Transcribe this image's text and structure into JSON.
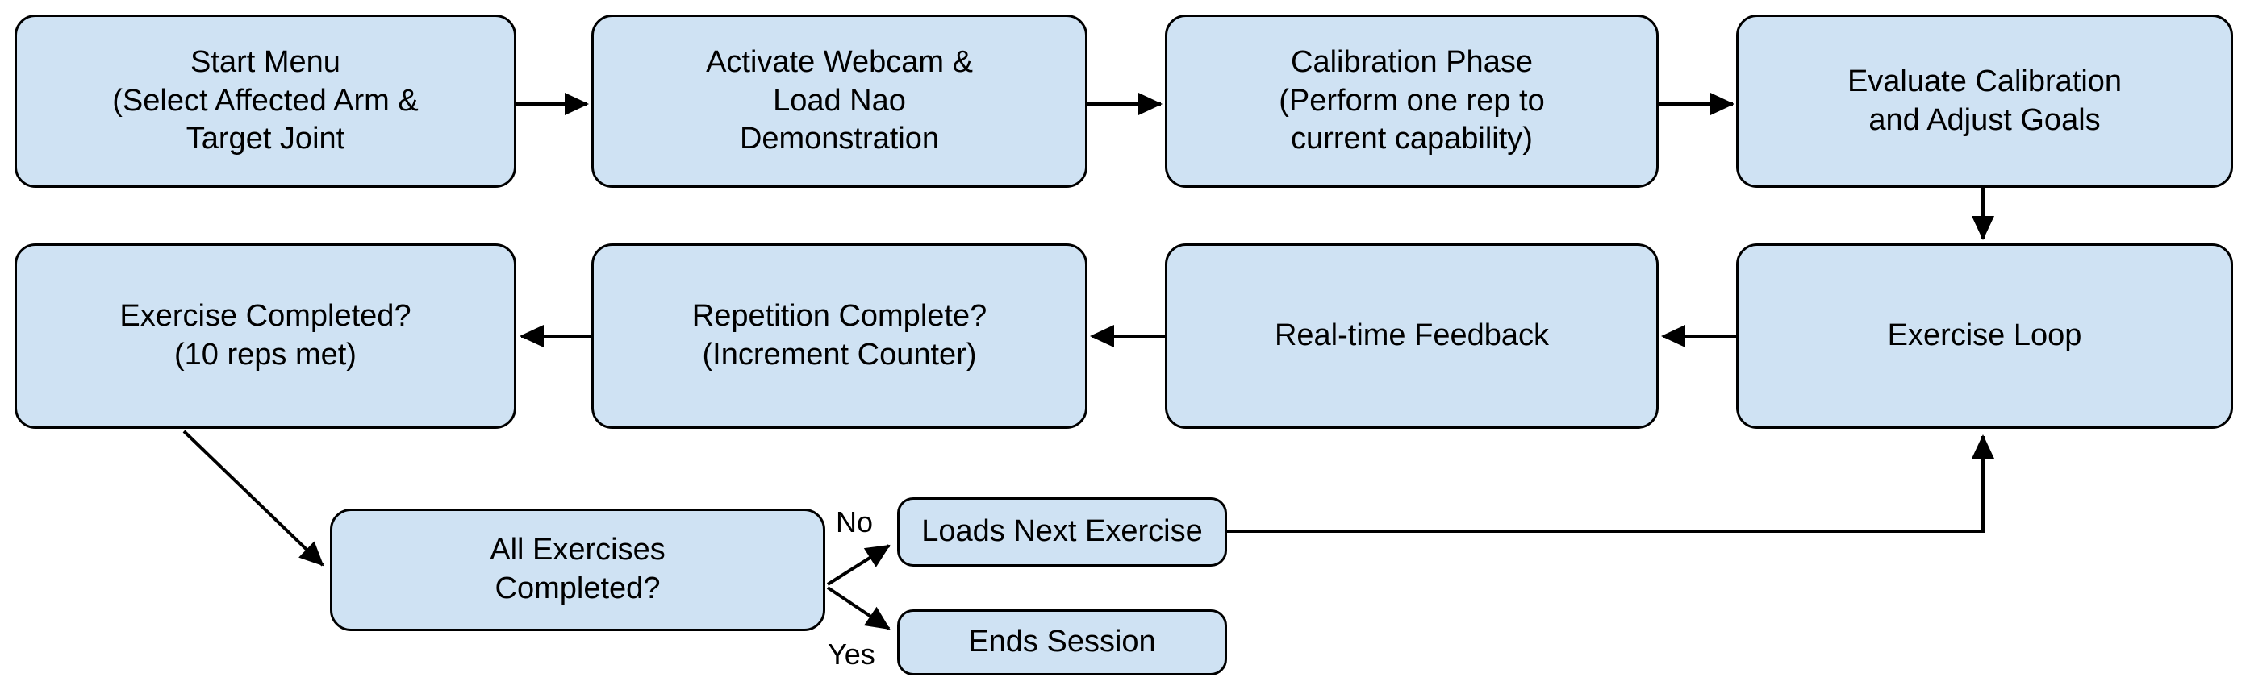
{
  "diagram": {
    "background": "#ffffff",
    "node_fill": "#cfe2f3",
    "node_border": "#000000",
    "line_color": "#000000"
  },
  "nodes": {
    "start_menu": {
      "label": "Start Menu\n(Select Affected Arm &\nTarget Joint"
    },
    "activate_webcam": {
      "label": "Activate Webcam &\nLoad Nao\nDemonstration"
    },
    "calibration_phase": {
      "label": "Calibration Phase\n(Perform one rep to\ncurrent capability)"
    },
    "evaluate_calibration": {
      "label": "Evaluate Calibration\nand Adjust Goals"
    },
    "exercise_completed": {
      "label": "Exercise Completed?\n(10 reps met)"
    },
    "repetition_complete": {
      "label": "Repetition Complete?\n(Increment Counter)"
    },
    "realtime_feedback": {
      "label": "Real-time Feedback"
    },
    "exercise_loop": {
      "label": "Exercise Loop"
    },
    "all_exercises_completed": {
      "label": "All Exercises\nCompleted?"
    },
    "loads_next_exercise": {
      "label": "Loads Next Exercise"
    },
    "ends_session": {
      "label": "Ends Session"
    }
  },
  "edge_labels": {
    "no": "No",
    "yes": "Yes"
  }
}
